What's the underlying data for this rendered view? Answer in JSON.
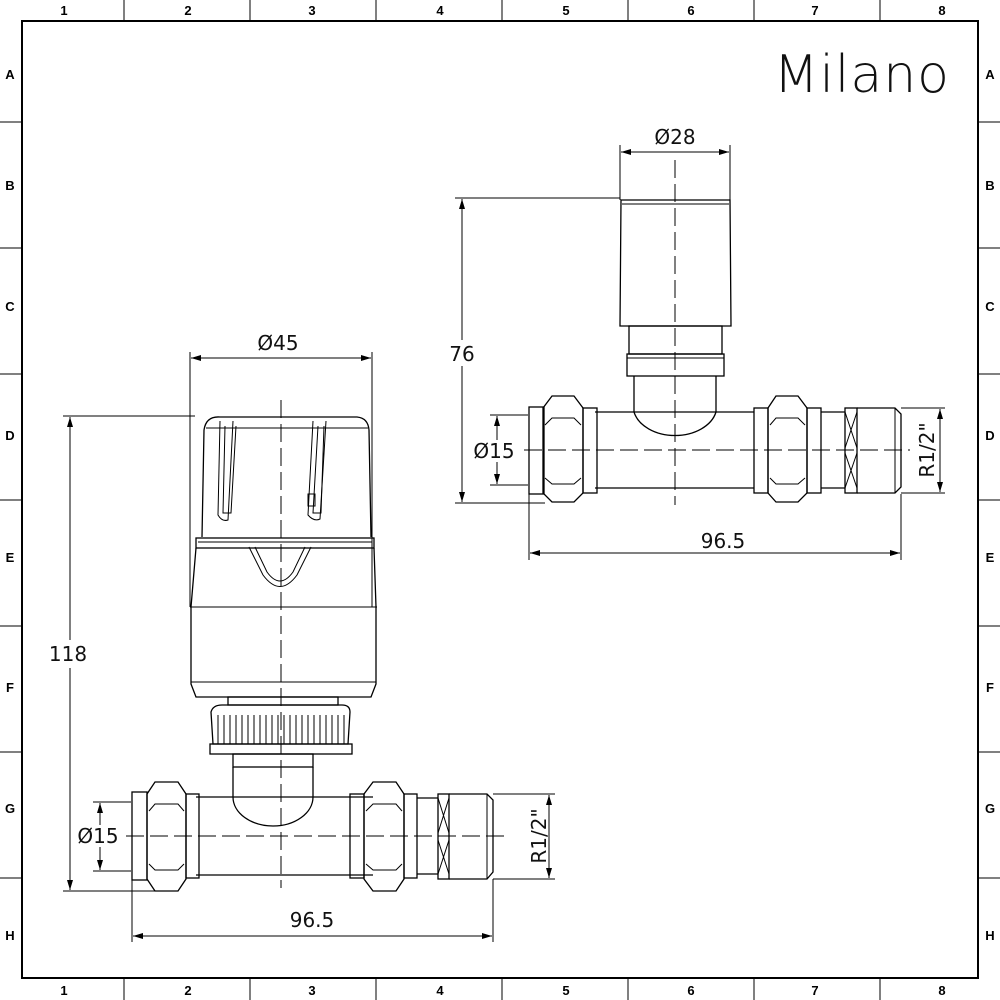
{
  "title_block": {
    "brand": "Milano"
  },
  "grid": {
    "columns": [
      "1",
      "2",
      "3",
      "4",
      "5",
      "6",
      "7",
      "8"
    ],
    "rows": [
      "A",
      "B",
      "C",
      "D",
      "E",
      "F",
      "G",
      "H"
    ]
  },
  "views": {
    "left": {
      "name": "thermostatic valve with head",
      "dims": {
        "head_diameter": "Ø45",
        "height": "118",
        "pipe_diameter": "Ø15",
        "length": "96.5",
        "thread": "R1/2\""
      }
    },
    "right": {
      "name": "valve with cap",
      "dims": {
        "cap_diameter": "Ø28",
        "height": "76",
        "pipe_diameter": "Ø15",
        "length": "96.5",
        "thread": "R1/2\""
      }
    }
  }
}
